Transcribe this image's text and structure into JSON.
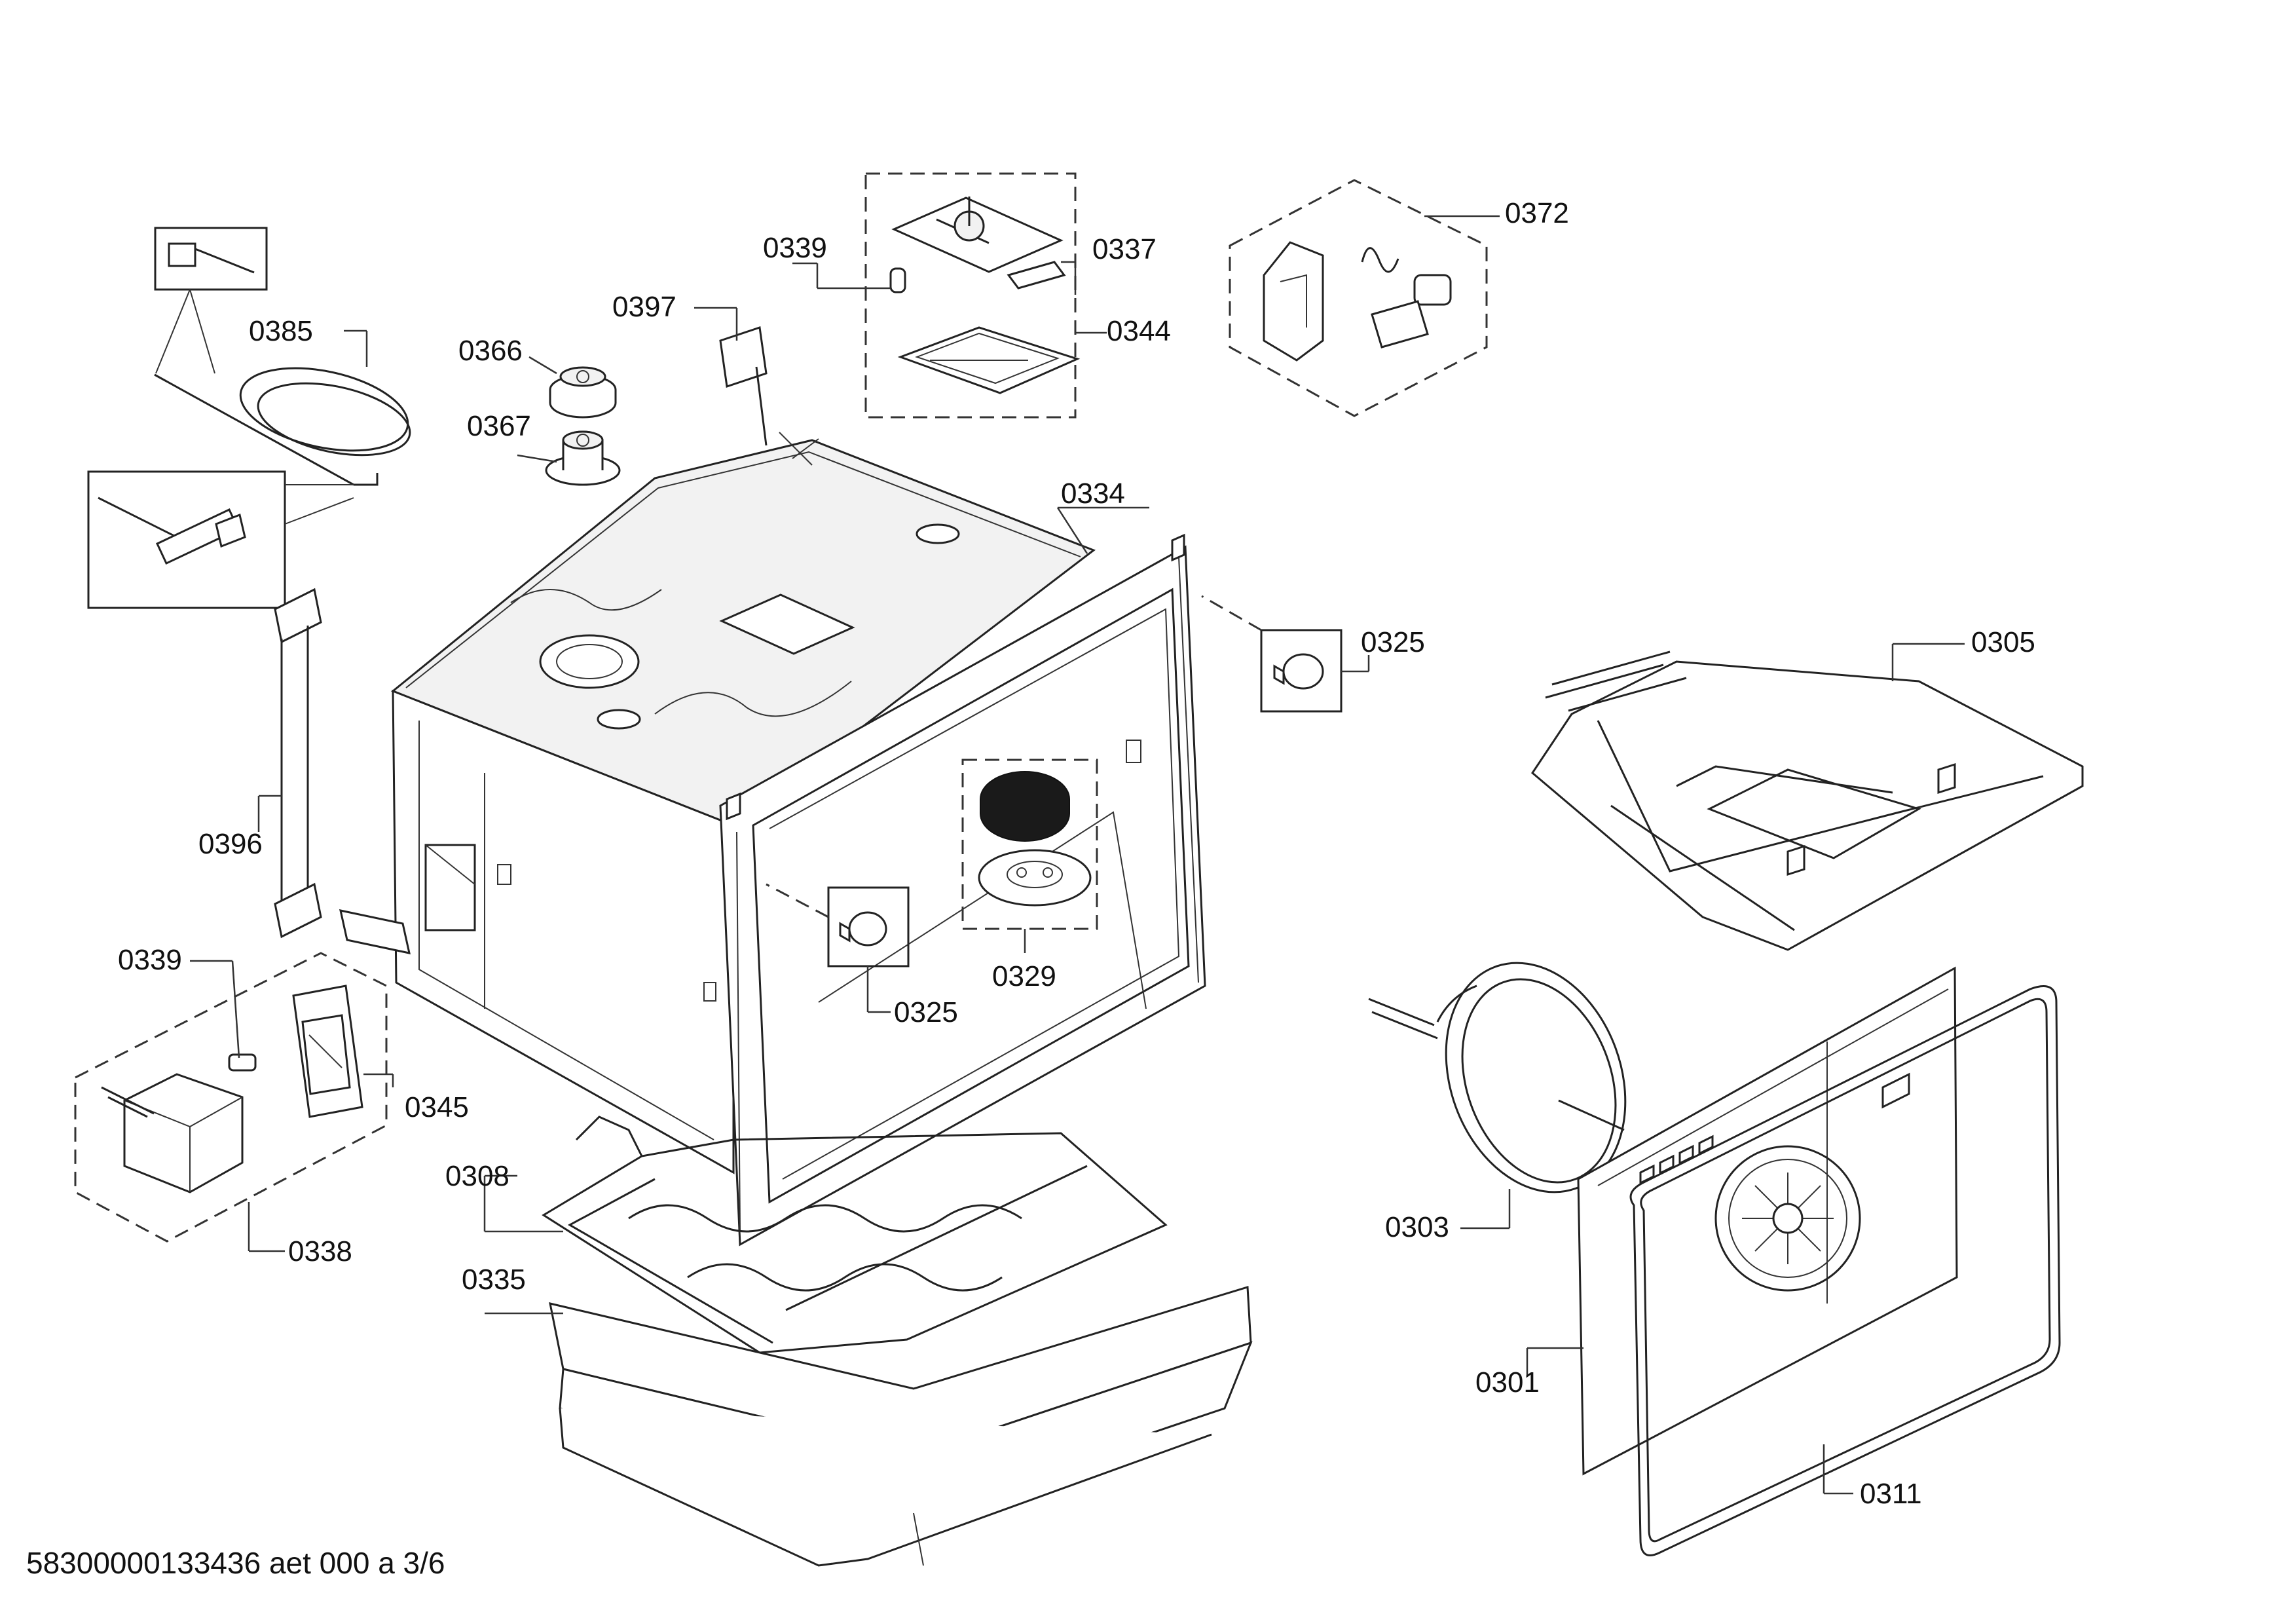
{
  "diagram_code": "58300000133436 aet 000 a 3/6",
  "labels": {
    "l0385": "0385",
    "l0366": "0366",
    "l0367": "0367",
    "l0397": "0397",
    "l0339a": "0339",
    "l0337": "0337",
    "l0344": "0344",
    "l0372": "0372",
    "l0334": "0334",
    "l0325a": "0325",
    "l0305": "0305",
    "l0396": "0396",
    "l0339b": "0339",
    "l0345": "0345",
    "l0338": "0338",
    "l0325b": "0325",
    "l0329": "0329",
    "l0308": "0308",
    "l0335": "0335",
    "l0303": "0303",
    "l0301": "0301",
    "l0311": "0311"
  },
  "parts": {
    "cable": "cable-with-probe",
    "knob_upper": "lamp-cover-upper",
    "knob_lower": "lamp-cover-lower",
    "bracket": "mounting-bracket",
    "lamp_assembly": "lamp-assembly",
    "lock_assembly": "door-lock-assembly",
    "oven_cavity": "oven-cavity",
    "fan_cover": "fan-cover",
    "broil_element": "broil-heating-element",
    "handle": "side-handle",
    "switch_assembly": "switch-assembly",
    "ring_element": "convection-ring-element",
    "bake_element": "bake-heating-element",
    "insulation": "insulation-mat",
    "back_panel": "rear-panel-with-fan",
    "gasket": "door-gasket"
  }
}
